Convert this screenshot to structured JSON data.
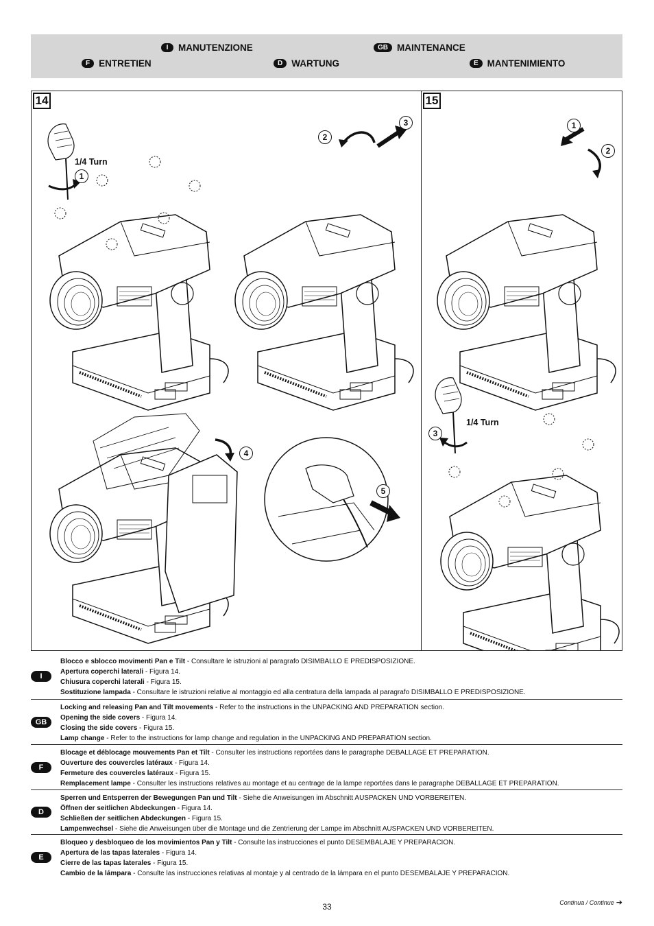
{
  "header": {
    "items": [
      {
        "code": "I",
        "label": "MANUTENZIONE"
      },
      {
        "code": "GB",
        "label": "MAINTENANCE"
      },
      {
        "code": "F",
        "label": "ENTRETIEN"
      },
      {
        "code": "D",
        "label": "WARTUNG"
      },
      {
        "code": "E",
        "label": "MANTENIMIENTO"
      }
    ]
  },
  "figures": {
    "fig14": {
      "number": "14",
      "turn_label": "1/4 Turn",
      "steps": [
        "1",
        "2",
        "3",
        "4",
        "5"
      ]
    },
    "fig15": {
      "number": "15",
      "turn_label": "1/4 Turn",
      "steps": [
        "1",
        "2",
        "3"
      ]
    }
  },
  "sections": [
    {
      "code": "I",
      "lines": [
        {
          "bold": "Blocco e sblocco movimenti Pan e Tilt",
          "text": "  - Consultare le istruzioni al paragrafo DISIMBALLO E PREDISPOSIZIONE."
        },
        {
          "bold": "Apertura coperchi laterali",
          "text": " - Figura 14."
        },
        {
          "bold": "Chiusura coperchi laterali",
          "text": " - Figura 15."
        },
        {
          "bold": "Sostituzione lampada",
          "text": " - Consultare le istruzioni relative al montaggio ed alla centratura della lampada al paragrafo DISIMBALLO E PREDISPOSIZIONE."
        }
      ]
    },
    {
      "code": "GB",
      "lines": [
        {
          "bold": "Locking and releasing Pan and Tilt movements",
          "text": " - Refer to the instructions in the UNPACKING AND PREPARATION section."
        },
        {
          "bold": "Opening the side covers",
          "text": " - Figura 14."
        },
        {
          "bold": "Closing the side covers",
          "text": " - Figura 15."
        },
        {
          "bold": "Lamp change",
          "text": " - Refer to the instructions for lamp change and regulation in the UNPACKING AND PREPARATION section."
        }
      ]
    },
    {
      "code": "F",
      "lines": [
        {
          "bold": "Blocage et déblocage mouvements Pan et Tilt",
          "text": "  - Consulter les instructions reportées dans le paragraphe DEBALLAGE ET PREPARATION."
        },
        {
          "bold": "Ouverture des couvercles latéraux",
          "text": " - Figura 14."
        },
        {
          "bold": "Fermeture des couvercles latéraux",
          "text": " - Figura 15."
        },
        {
          "bold": "Remplacement lampe",
          "text": " - Consulter les instructions relatives au montage et au centrage de la lampe reportées dans le paragraphe DEBALLAGE ET PREPARATION."
        }
      ]
    },
    {
      "code": "D",
      "lines": [
        {
          "bold": "Sperren und Entsperren der Bewegungen Pan und Tilt",
          "text": "  - Siehe die Anweisungen im Abschnitt AUSPACKEN UND VORBEREITEN."
        },
        {
          "bold": "Öffnen der seitlichen Abdeckungen",
          "text": " - Figura 14."
        },
        {
          "bold": "Schließen der seitlichen Abdeckungen",
          "text": " - Figura 15."
        },
        {
          "bold": "Lampenwechsel",
          "text": " - Siehe die Anweisungen über die Montage und die Zentrierung der Lampe im Abschnitt AUSPACKEN UND VORBEREITEN."
        }
      ]
    },
    {
      "code": "E",
      "lines": [
        {
          "bold": "Bloqueo y desbloqueo de los movimientos Pan y Tilt",
          "text": " - Consulte las instrucciones el punto DESEMBALAJE Y PREPARACION."
        },
        {
          "bold": "Apertura de las tapas laterales",
          "text": " - Figura 14."
        },
        {
          "bold": "Cierre de las tapas laterales",
          "text": " - Figura 15."
        },
        {
          "bold": "Cambio de la lámpara",
          "text": " - Consulte las instrucciones relativas al montaje y al centrado de la lámpara en el punto DESEMBALAJE Y PREPARACION."
        }
      ]
    }
  ],
  "footer": {
    "page_number": "33",
    "continue_label": "Continua / Continue",
    "continue_icon": "arrow-right-icon"
  }
}
